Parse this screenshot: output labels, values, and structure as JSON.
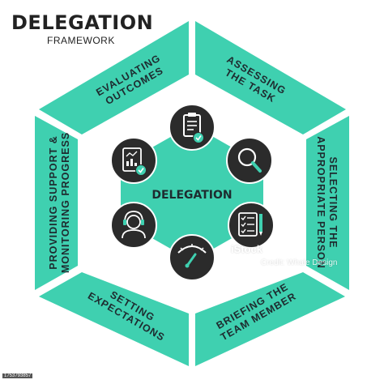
{
  "header": {
    "title": "DELEGATION",
    "subtitle": "FRAMEWORK"
  },
  "center": {
    "label": "DELEGATION"
  },
  "segments": [
    {
      "lines": [
        "ASSESSING",
        "THE TASK"
      ]
    },
    {
      "lines": [
        "SELECTING THE",
        "APPROPRIATE PERSON"
      ]
    },
    {
      "lines": [
        "BRIEFING THE",
        "TEAM MEMBER"
      ]
    },
    {
      "lines": [
        "SETTING",
        "EXPECTATIONS"
      ]
    },
    {
      "lines": [
        "PROVIDING SUPPORT &",
        "MONITORING PROGRESS"
      ]
    },
    {
      "lines": [
        "EVALUATING",
        "OUTCOMES"
      ]
    }
  ],
  "icons": [
    {
      "name": "clipboard-check-icon"
    },
    {
      "name": "magnifier-icon"
    },
    {
      "name": "checklist-pencil-icon"
    },
    {
      "name": "gauge-icon"
    },
    {
      "name": "support-headset-icon"
    },
    {
      "name": "report-chart-icon"
    }
  ],
  "colors": {
    "accent": "#3fd0b0",
    "dark": "#2b2b2b",
    "text": "#1e2b2f"
  },
  "watermark": {
    "brand": "iStock",
    "credit": "Credit: Whale Design",
    "id": "1753793857"
  }
}
